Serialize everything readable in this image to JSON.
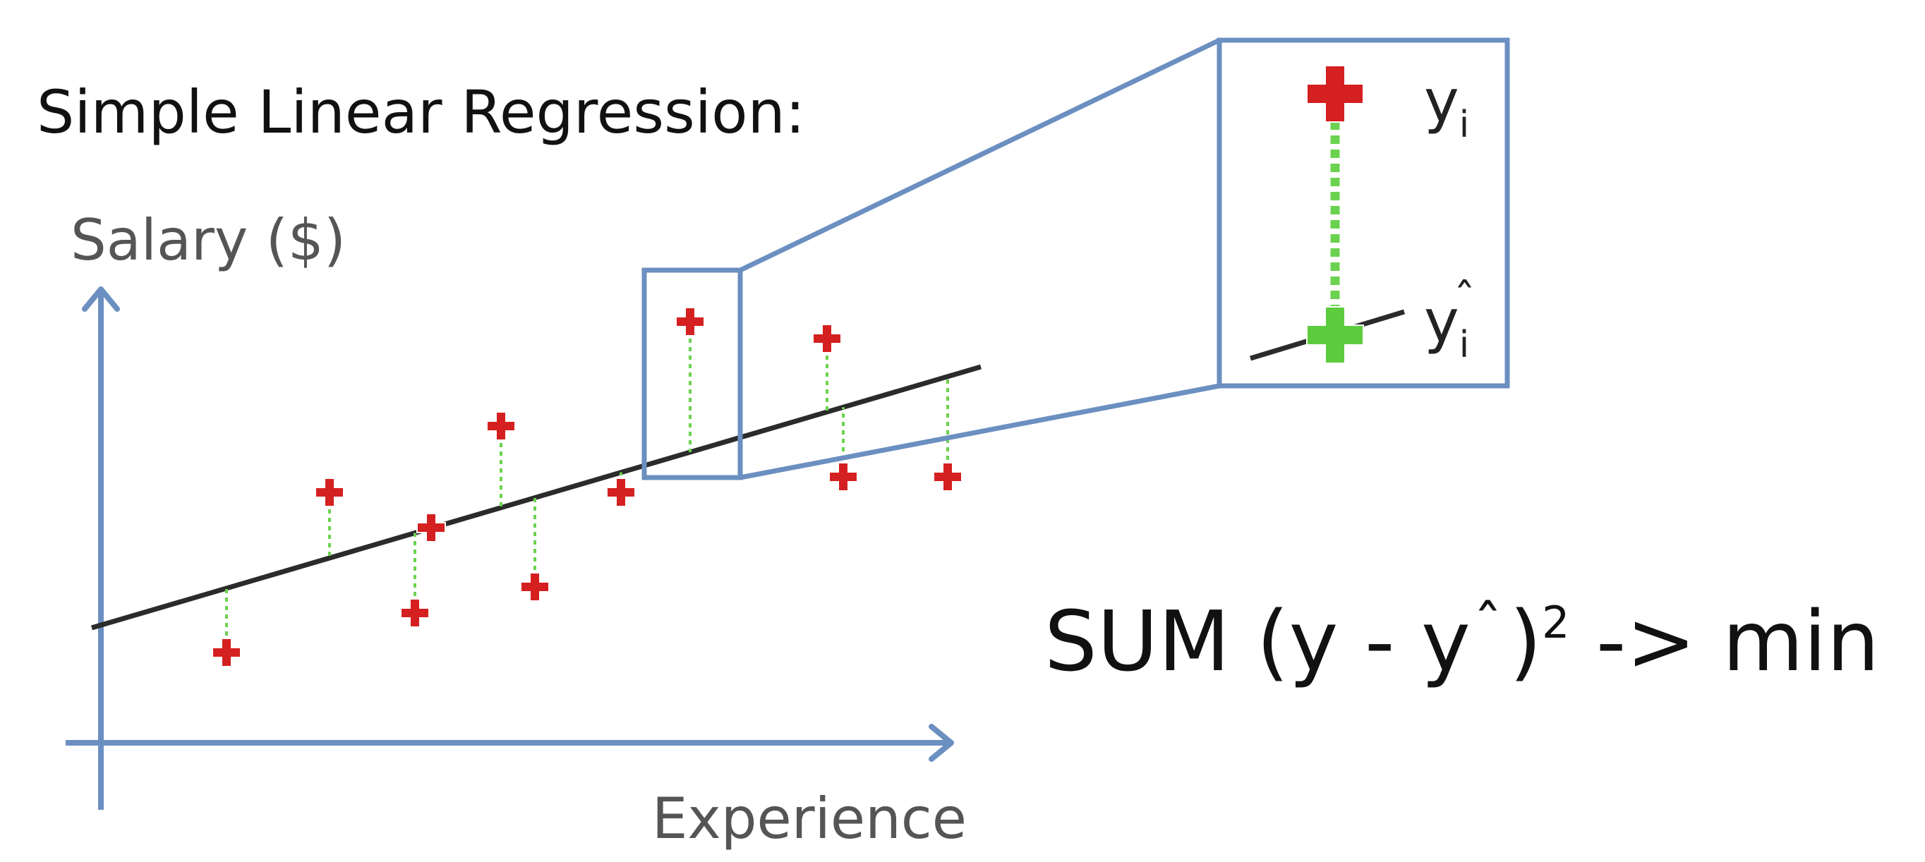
{
  "diagram": {
    "title": "Simple Linear Regression:",
    "y_axis_label": "Salary ($)",
    "x_axis_label": "Experience",
    "formula": {
      "prefix": "SUM (y - y",
      "hat": "ˆ",
      "close": ")",
      "power": "2",
      "suffix": " -> min"
    },
    "zoom_labels": {
      "actual_base": "y",
      "actual_sub": "i",
      "predicted_base": "y",
      "predicted_hat": "ˆ",
      "predicted_sub": "i"
    },
    "colors": {
      "axis": "#6b8fc0",
      "regression_line": "#2b2b2b",
      "actual_point": "#d42020",
      "predicted_point": "#5ccc3e",
      "residual_line": "#6bd24f",
      "zoom_box": "#6b8fc0"
    },
    "icons": {
      "actual_marker": "red-plus-icon",
      "predicted_marker": "green-plus-icon"
    }
  }
}
